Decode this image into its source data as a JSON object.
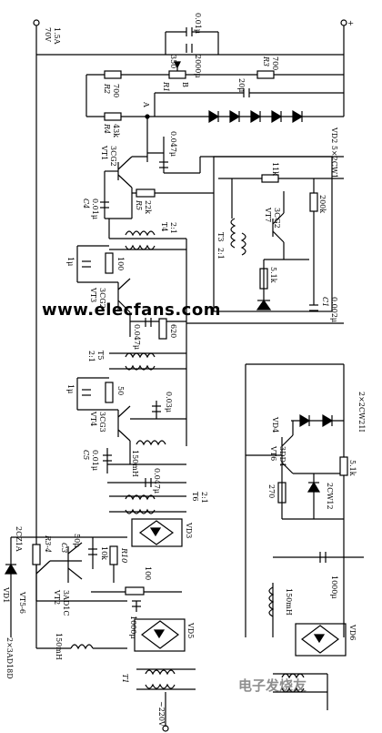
{
  "labels": {
    "v70": "70V",
    "a15": "1.5A",
    "plus": "+",
    "c001": "0.01μ",
    "c2000": "2000μ",
    "r350": "350",
    "r2": "R2",
    "r2v": "700",
    "r1": "R1",
    "b": "B",
    "r3": "R3",
    "r3v": "700",
    "c20": "20μ",
    "r4": "R4",
    "r4v": "43k",
    "a": "A",
    "vd2": "VD2 5×2CW1",
    "vt1": "VT1",
    "vt1t": "3CG2",
    "c0047a": "0.047μ",
    "c4": "C4",
    "c4v": "0.01μ",
    "r5": "R5",
    "r5v": "22k",
    "t4": "T4",
    "t4r": "2:1",
    "r11k": "11k",
    "t3": "T3",
    "t3r": "2:1",
    "vt7": "VT7",
    "vt7t": "3CG2",
    "r200k": "200k",
    "c1u_a": "1μ",
    "r100": "100",
    "vt3": "VT3",
    "vt3t": "3CG2",
    "r51k": "5.1k",
    "c1": "C1",
    "c1v": "0.002μ",
    "watermark": "www.elecfans.com",
    "c0047b": "0.047μ",
    "r620": "620",
    "t5r": "2:1",
    "t5": "T5",
    "c1u_b": "1μ",
    "r50": "50",
    "c003": "0.03μ",
    "vt4": "VT4",
    "vt4t": "3CG3",
    "vd4": "VD4",
    "vd4t": "2×2CW21I",
    "c5": "C5",
    "c5v": "0.01μ",
    "l150a": "150mH",
    "c0047c": "0.047μ",
    "t6": "T6",
    "t6r": "2:1",
    "vt6": "VT6",
    "vt6t": "3DD1",
    "r270": "270",
    "z2cw12": "2CW12",
    "r51k2": "5.1k",
    "z2cz1a": "2CZ1A",
    "r34": "R3-4",
    "c3": "C3",
    "c50": "50μ",
    "r10k": "10k",
    "r10": "R10",
    "vd3": "VD3",
    "vd1": "VD1",
    "vt2": "VT2",
    "vt2t": "3AD1C",
    "vt56": "VT5-6",
    "r100b": "100",
    "c1000a": "1000μ",
    "vt56t": "2×3AD18D",
    "l150b": "150mH",
    "vd5": "VD5",
    "c1000b": "1000μ",
    "l150c": "150mH",
    "vd6": "VD6",
    "t1": "T1",
    "v220": "~220V",
    "logo": "电子发烧友"
  }
}
